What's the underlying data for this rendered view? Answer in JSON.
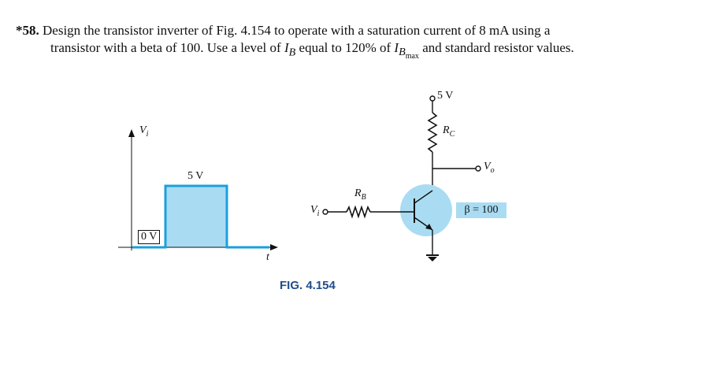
{
  "problem": {
    "number": "*58.",
    "line1": "Design the transistor inverter of Fig. 4.154 to operate with a saturation current of 8 mA using a",
    "line2_a": "transistor with a beta of 100. Use a level of ",
    "line2_IB": "I",
    "line2_IB_sub": "B",
    "line2_b": " equal to 120% of ",
    "line2_IBmax": "I",
    "line2_IBmax_sub": "B",
    "line2_IBmax_subsub": "max",
    "line2_c": " and standard resistor values."
  },
  "figure": {
    "caption": "FIG. 4.154",
    "waveform": {
      "y_axis_label": "V",
      "y_axis_sub": "i",
      "x_axis_label": "t",
      "high_label": "5 V",
      "low_label": "0 V"
    },
    "circuit": {
      "supply": "5 V",
      "rc_label": "R",
      "rc_sub": "C",
      "rb_label": "R",
      "rb_sub": "B",
      "vin_label": "V",
      "vin_sub": "i",
      "vout_label": "V",
      "vout_sub": "o",
      "beta": "β = 100"
    },
    "colors": {
      "fill": "#a9dcf3",
      "stroke": "#1aa0dc",
      "ink": "#111111"
    }
  }
}
